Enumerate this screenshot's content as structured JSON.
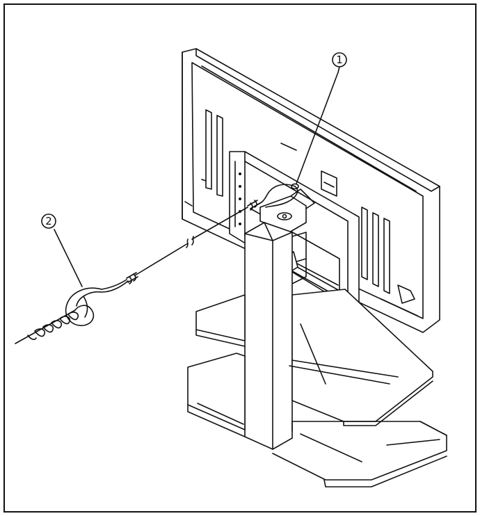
{
  "callouts": [
    {
      "id": "1",
      "label": "①"
    },
    {
      "id": "2",
      "label": "②"
    }
  ],
  "colors": {
    "line": "#111111",
    "background": "#ffffff"
  }
}
